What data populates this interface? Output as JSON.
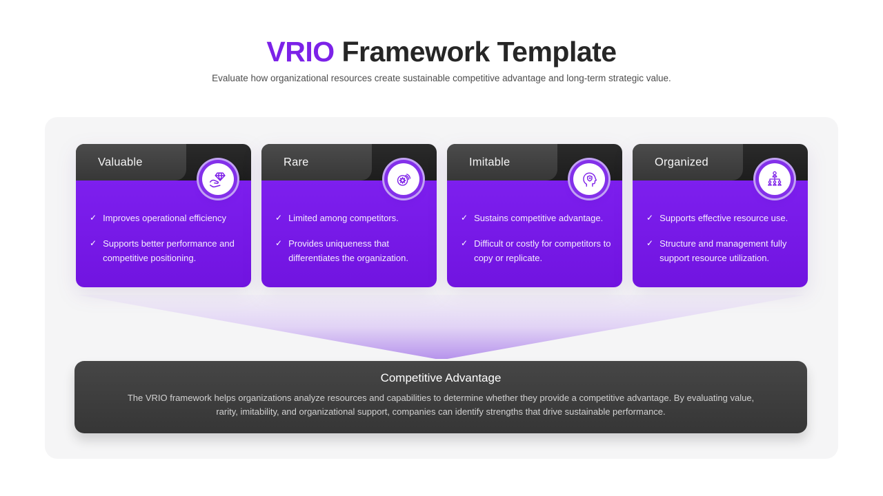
{
  "page": {
    "title_highlight": "VRIO",
    "title_rest": " Framework Template",
    "subtitle": "Evaluate how organizational resources create sustainable competitive advantage and long-term strategic value."
  },
  "colors": {
    "accent_purple": "#7619E8",
    "title_accent": "#7C22E8",
    "header_dark": "#232323",
    "header_panel": "#3F3F3F",
    "panel_bg": "#F5F5F6",
    "summary_bg": "#3D3D3D",
    "funnel_purple": "#B794EC"
  },
  "check_glyph": "✓",
  "cards": [
    {
      "title": "Valuable",
      "icon": "hand-diamond-icon",
      "points": [
        "Improves operational efficiency",
        "Supports better performance and competitive positioning."
      ]
    },
    {
      "title": "Rare",
      "icon": "coins-icon",
      "points": [
        "Limited among competitors.",
        "Provides uniqueness that differentiates the organization."
      ]
    },
    {
      "title": "Imitable",
      "icon": "head-shield-icon",
      "points": [
        "Sustains competitive advantage.",
        "Difficult or costly for competitors to copy or replicate."
      ]
    },
    {
      "title": "Organized",
      "icon": "org-chart-icon",
      "points": [
        "Supports effective resource use.",
        "Structure and management fully support resource utilization."
      ]
    }
  ],
  "summary": {
    "title": "Competitive Advantage",
    "description": "The VRIO framework helps organizations analyze resources and capabilities to determine whether they provide a competitive advantage. By evaluating value, rarity, imitability, and organizational support, companies can identify strengths that drive sustainable performance."
  }
}
